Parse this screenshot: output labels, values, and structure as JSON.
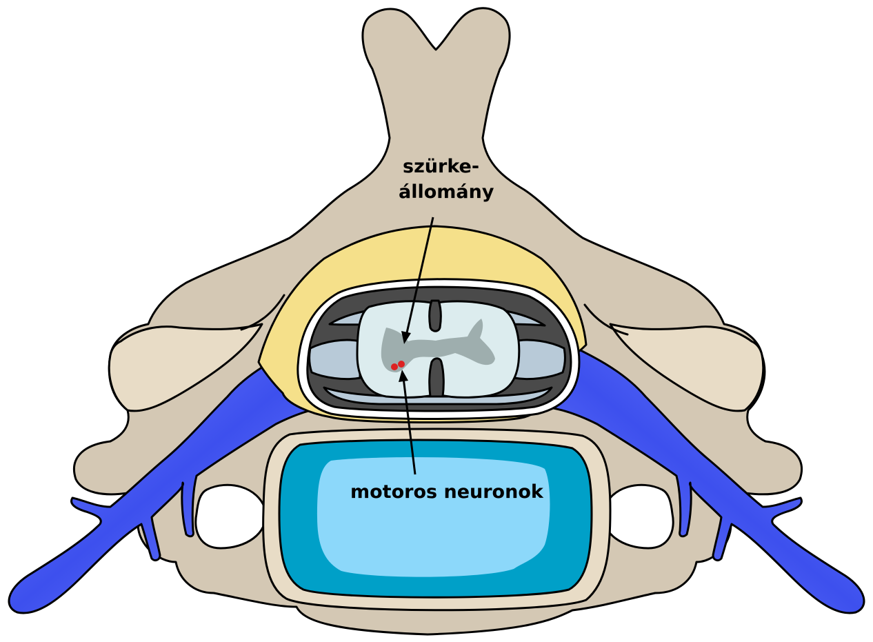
{
  "labels": {
    "grey_matter_line1": "szürke-",
    "grey_matter_line2": "állomány",
    "motor_neurons": "motoros neuronok"
  },
  "colors": {
    "bone": "#d4c8b4",
    "bone_light": "#e8dcc6",
    "epidural_fat": "#f5e08a",
    "csf_space": "#4a4a4a",
    "meninges": "#b8cad8",
    "white_matter": "#dcecee",
    "grey_matter": "#9eaeae",
    "motor_neuron": "#dd2222",
    "disc_outer": "#00a0c8",
    "disc_inner": "#8cd8fa",
    "nerve": "#5b6cf0",
    "nerve_dark": "#2a3ad8"
  }
}
